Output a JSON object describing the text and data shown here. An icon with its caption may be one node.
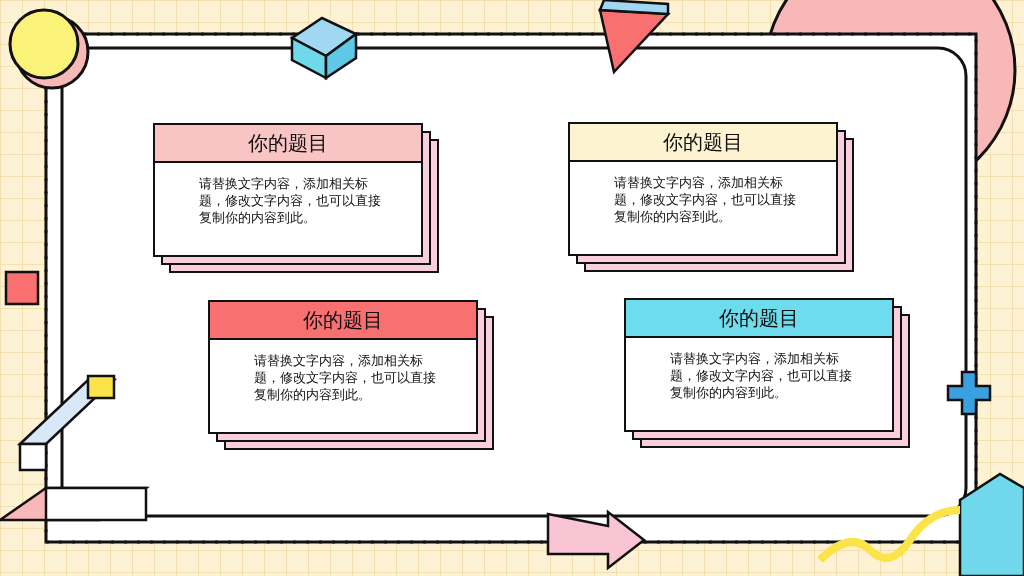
{
  "diagram": {
    "nodes": [
      {
        "text": [
          "你的题目",
          "请替换文字内容，添加相关标题，修改文字内容，也可以直接复制你的内容到此。"
        ]
      },
      {
        "text": [
          "你的题目",
          "请替换文字内容，添加相关标题，修改文字内容，也可以直接复制你的内容到此。"
        ]
      },
      {
        "text": [
          "你的题目",
          "请替换文字内容，添加相关标题，修改文字内容，也可以直接复制你的内容到此。"
        ]
      },
      {
        "text": [
          "你的题目",
          "请替换文字内容，添加相关标题，修改文字内容，也可以直接复制你的内容到此。"
        ]
      }
    ]
  }
}
